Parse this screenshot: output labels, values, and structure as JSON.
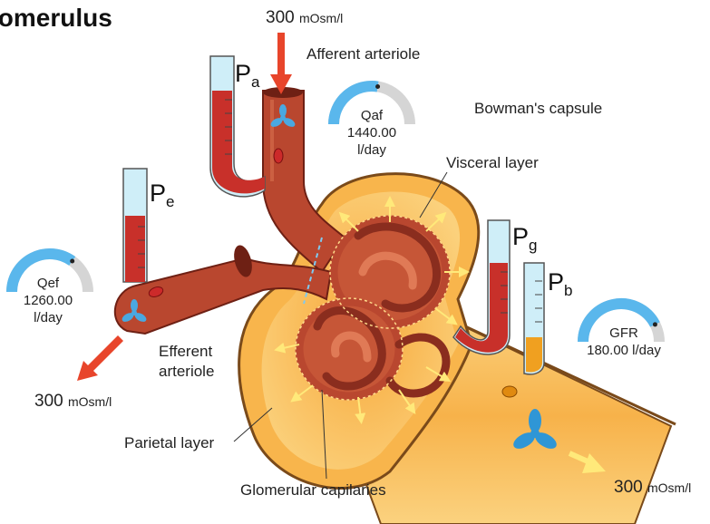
{
  "title": "lomerulus",
  "osm": {
    "top_value": "300",
    "top_unit": "mOsm/l",
    "left_value": "300",
    "left_unit": "mOsm/l",
    "right_value": "300",
    "right_unit": "mOsm/l"
  },
  "labels": {
    "afferent": "Afferent arteriole",
    "bowman": "Bowman's capsule",
    "visceral": "Visceral layer",
    "efferent_1": "Efferent",
    "efferent_2": "arteriole",
    "parietal": "Parietal layer",
    "capillaries": "Glomerular capilaries"
  },
  "pressures": {
    "pa": {
      "symbol": "P",
      "sub": "a"
    },
    "pe": {
      "symbol": "P",
      "sub": "e"
    },
    "pg": {
      "symbol": "P",
      "sub": "g"
    },
    "pb": {
      "symbol": "P",
      "sub": "b"
    }
  },
  "gauges": {
    "qaf": {
      "name": "Qaf",
      "value": "1440.00",
      "unit": "l/day",
      "level": 0.55
    },
    "qef": {
      "name": "Qef",
      "value": "1260.00",
      "unit": "l/day",
      "level": 0.7
    },
    "gfr": {
      "name": "GFR",
      "value": "180.00 l/day",
      "unit": "",
      "level": 0.85
    }
  },
  "colors": {
    "vessel": "#b9472f",
    "vessel_dark": "#8a2d1e",
    "capsule": "#f6a93b",
    "capsule_light": "#fbd27f",
    "blood": "#cc2a2a",
    "filtrate": "#f0a020",
    "arrow_red": "#e8452b",
    "arrow_yellow": "#ffe97a",
    "fan": "#4aa8e0",
    "gauge_fill": "#5ab7ec",
    "gauge_track": "#d5d5d5"
  }
}
